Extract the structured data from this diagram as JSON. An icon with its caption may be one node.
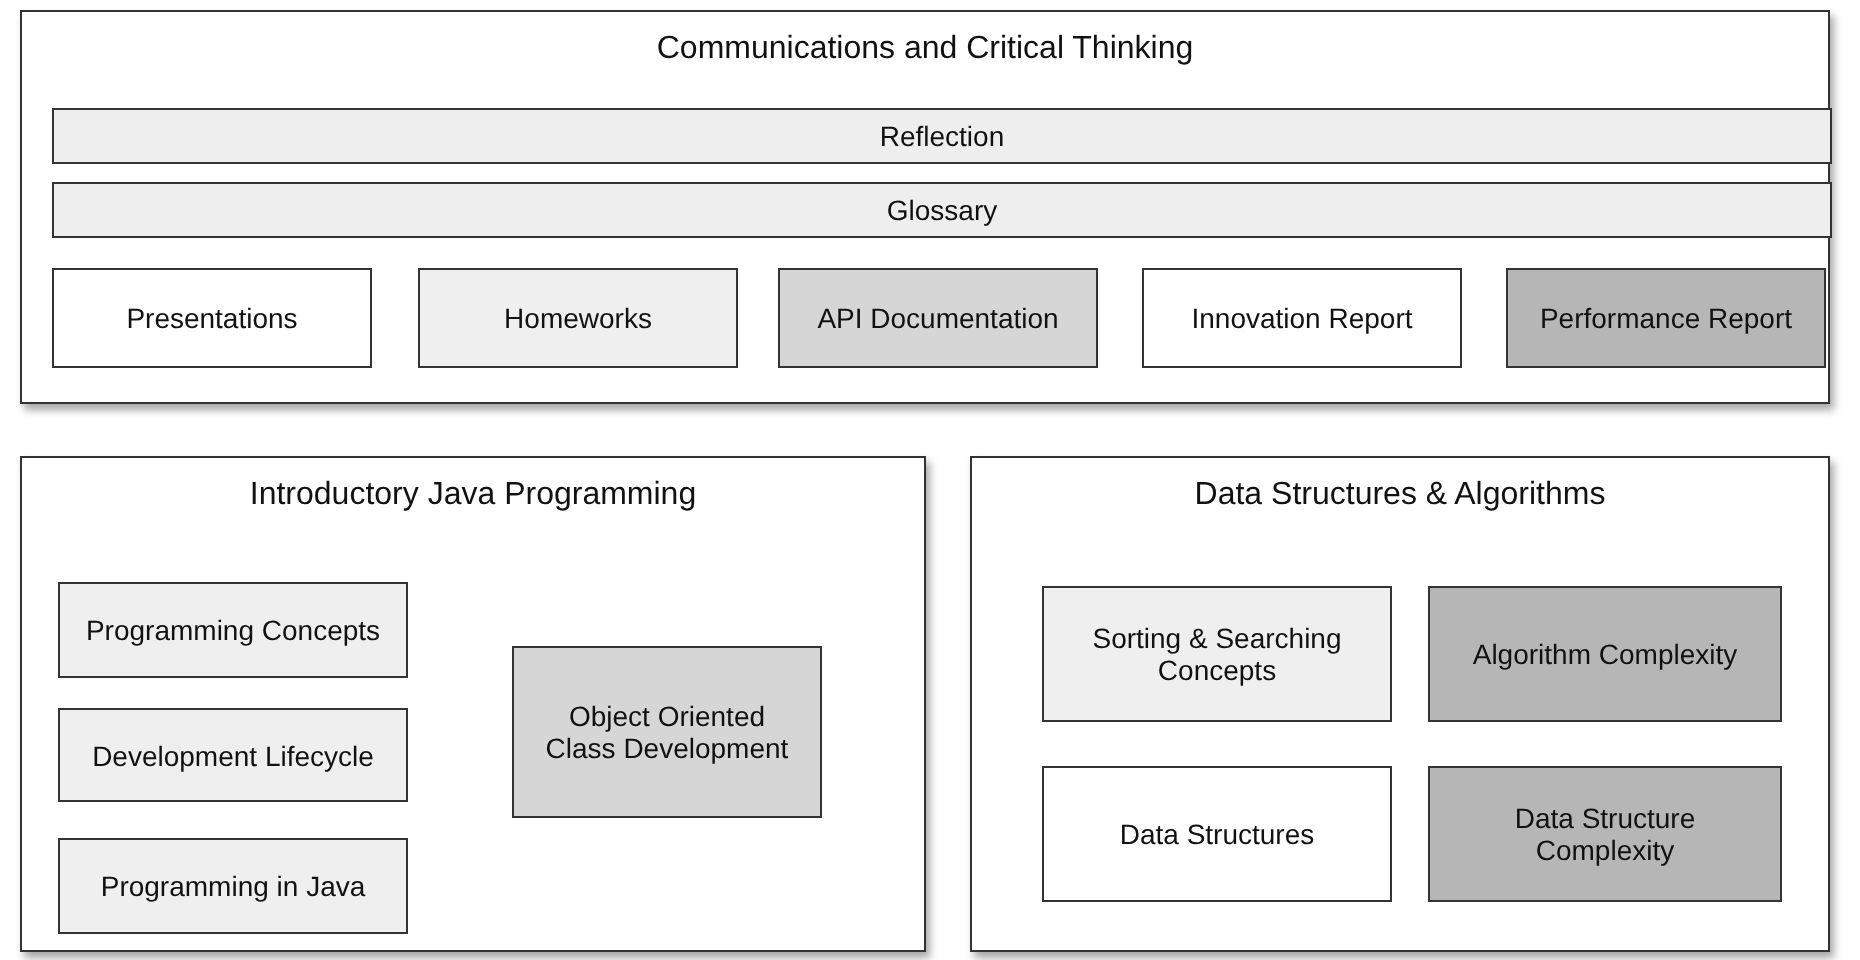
{
  "diagram": {
    "nodes": [
      {
        "text": [
          "Communications and Critical Thinking"
        ]
      },
      {
        "text": [
          "Reflection"
        ],
        "in": 0
      },
      {
        "text": [
          "Glossary"
        ],
        "in": 0
      },
      {
        "text": [
          "Presentations"
        ],
        "in": 0
      },
      {
        "text": [
          "Homeworks"
        ],
        "in": 0
      },
      {
        "text": [
          "API Documentation"
        ],
        "in": 0
      },
      {
        "text": [
          "Innovation Report"
        ],
        "in": 0
      },
      {
        "text": [
          "Performance Report"
        ],
        "in": 0
      },
      {
        "text": [
          "Introductory Java Programming"
        ]
      },
      {
        "text": [
          "Programming Concepts"
        ],
        "in": 8
      },
      {
        "text": [
          "Development Lifecycle"
        ],
        "in": 8
      },
      {
        "text": [
          "Programming in Java"
        ],
        "in": 8
      },
      {
        "text": [
          "Object Oriented Class Development"
        ],
        "in": 8
      },
      {
        "text": [
          "Data Structures & Algorithms"
        ]
      },
      {
        "text": [
          "Sorting & Searching Concepts"
        ],
        "in": 13
      },
      {
        "text": [
          "Algorithm Complexity"
        ],
        "in": 13
      },
      {
        "text": [
          "Data Structures"
        ],
        "in": 13
      },
      {
        "text": [
          "Data Structure Complexity"
        ],
        "in": 13
      }
    ]
  }
}
